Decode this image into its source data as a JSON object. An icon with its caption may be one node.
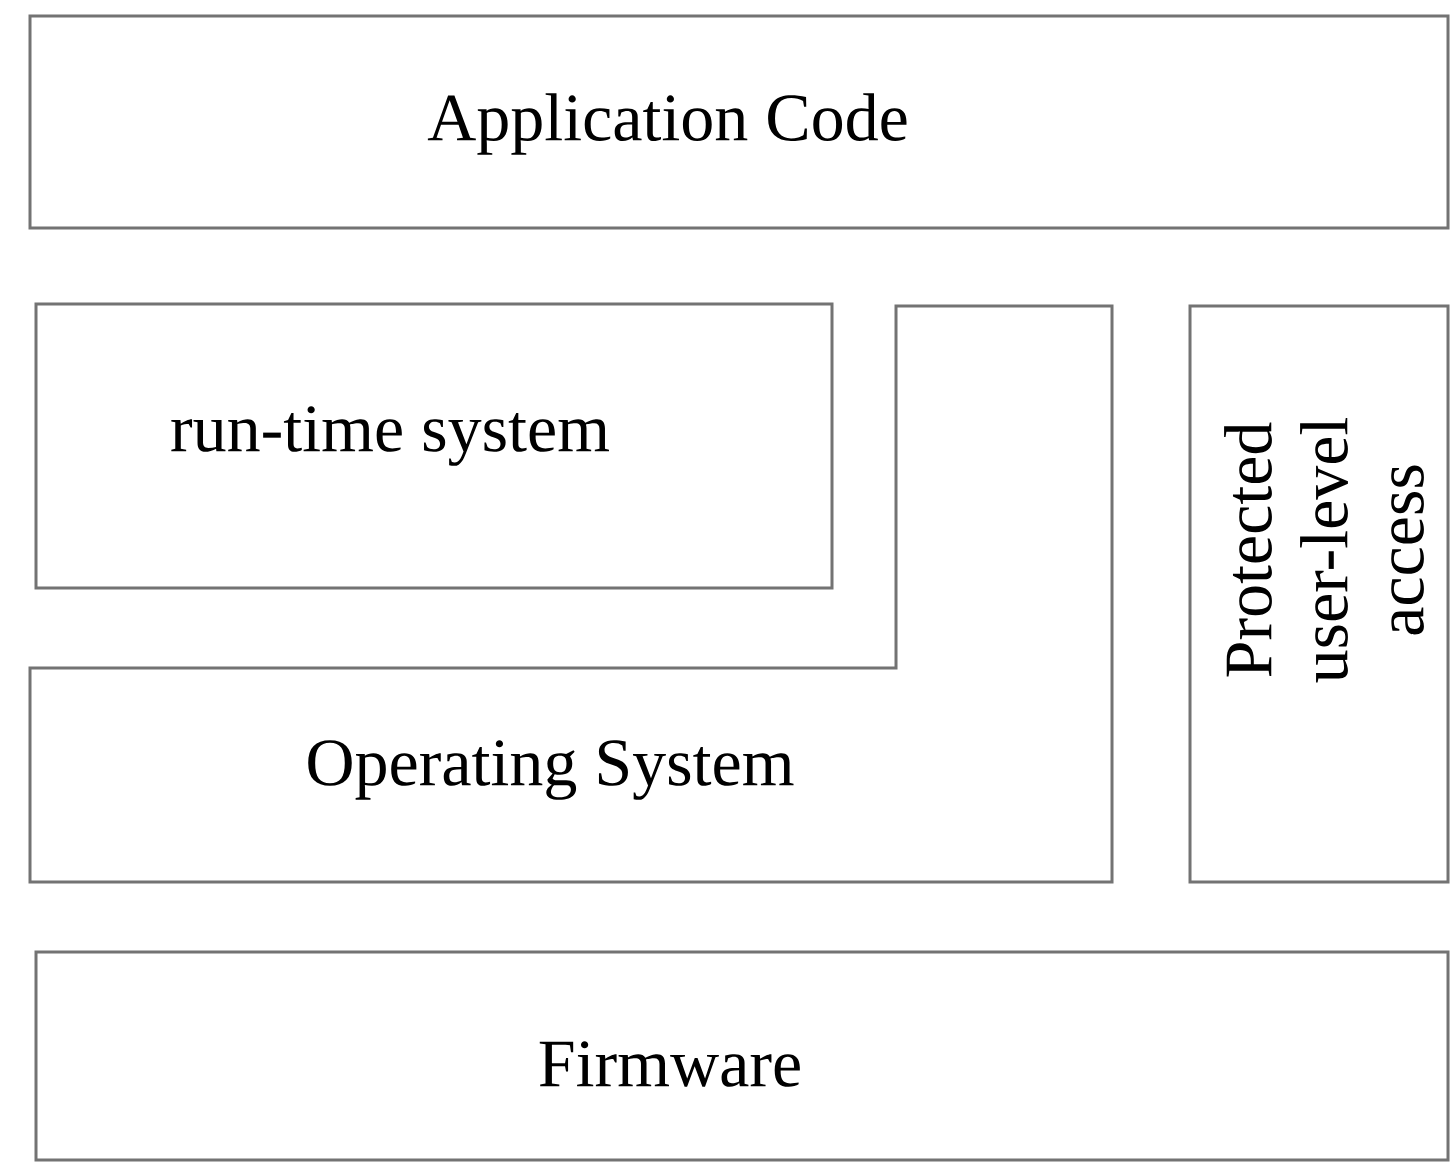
{
  "diagram": {
    "nodes": [
      {
        "text": [
          "Application Code"
        ]
      },
      {
        "text": [
          "run-time system"
        ]
      },
      {
        "text": [
          "Operating System"
        ]
      },
      {
        "text": [
          "Protected user-level access"
        ]
      },
      {
        "text": [
          "Firmware"
        ]
      }
    ]
  }
}
